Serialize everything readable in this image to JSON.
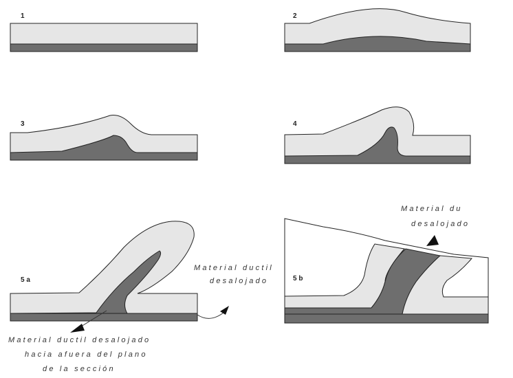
{
  "colors": {
    "light_layer": "#e6e6e6",
    "dark_layer": "#6e6e6e",
    "outline": "#222222",
    "background": "#ffffff"
  },
  "panels": [
    {
      "label": "1"
    },
    {
      "label": "2"
    },
    {
      "label": "3"
    },
    {
      "label": "4"
    },
    {
      "label": "5 a"
    },
    {
      "label": "5 b"
    }
  ],
  "annotations": {
    "panel5a_right": [
      "Material ductil",
      "desalojado"
    ],
    "panel5a_bottom": [
      "Material ductil desalojado",
      "hacia afuera del plano",
      "de la sección"
    ],
    "panel5b_top": [
      "Material du",
      "desalojado"
    ]
  }
}
